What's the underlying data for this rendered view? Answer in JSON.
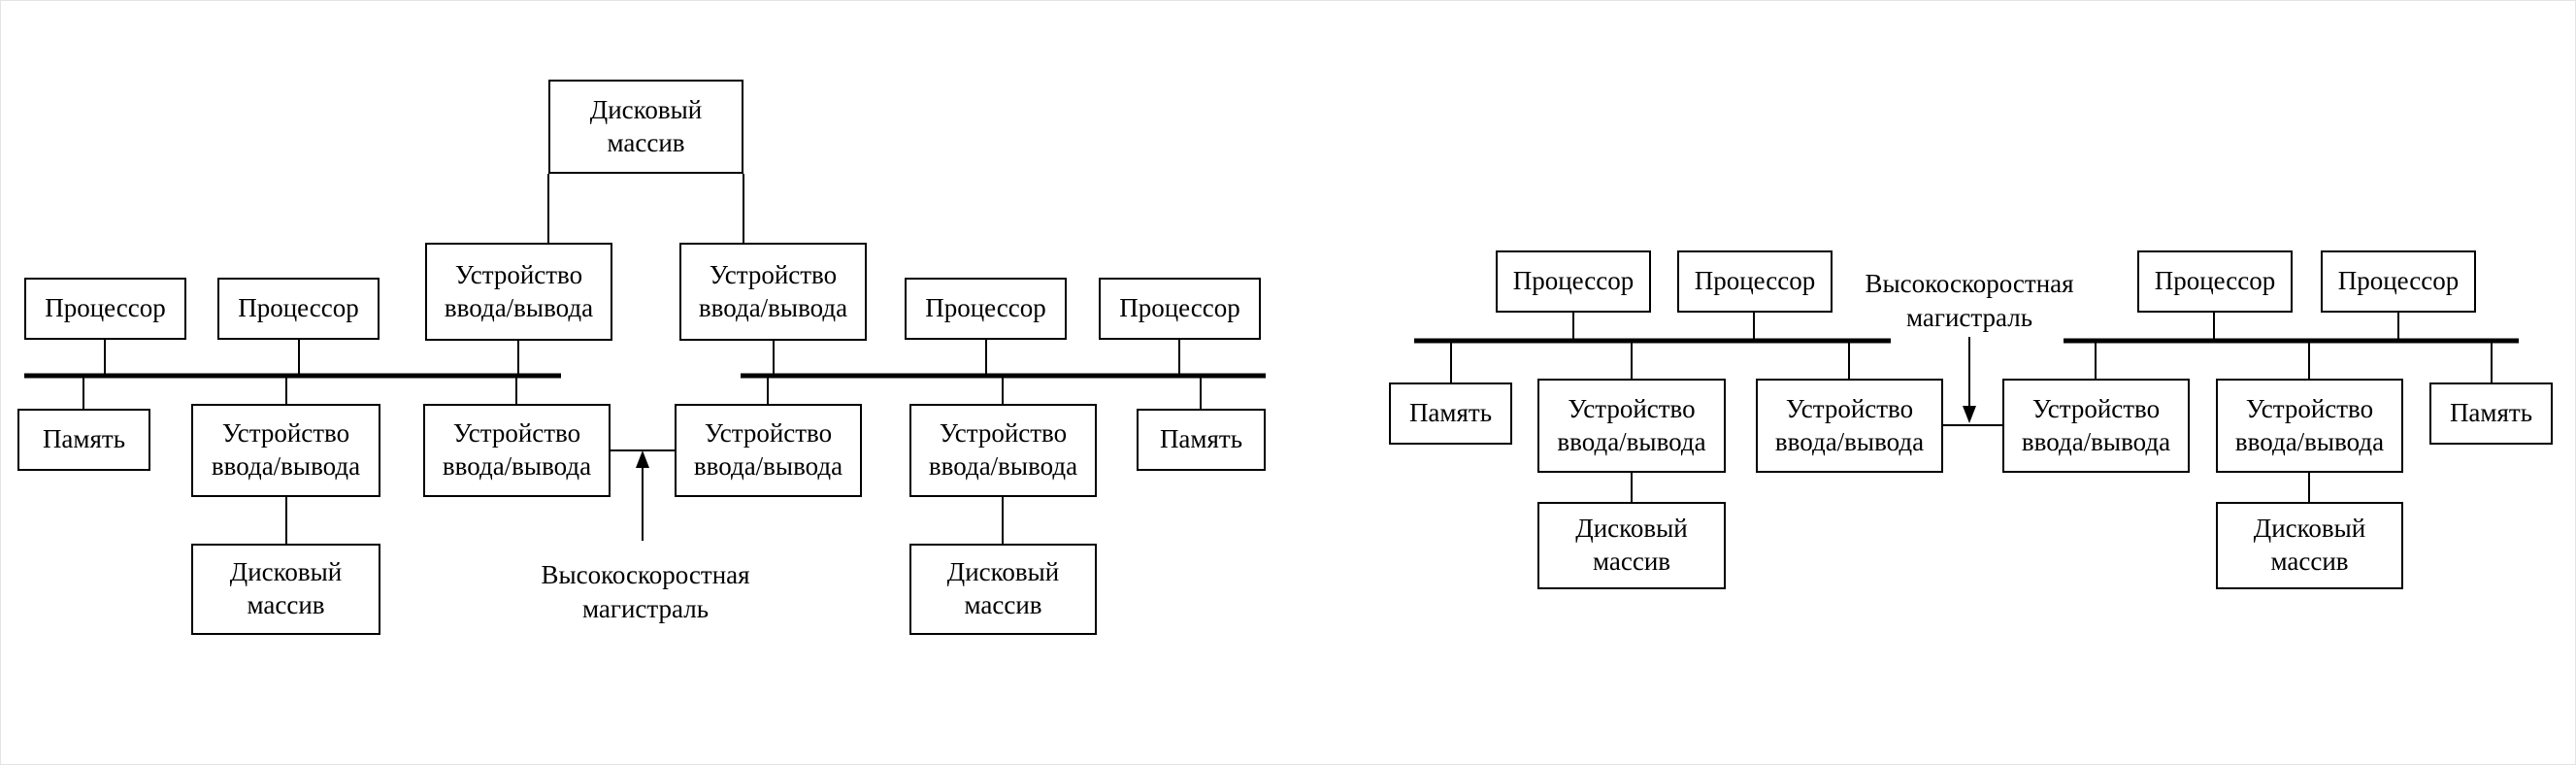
{
  "labels": {
    "processor": "Процессор",
    "memory": "Память",
    "io_device": "Устройство\nввода/вывода",
    "disk_array": "Дисковый\nмассив",
    "highspeed_bus": "Высокоскоростная\nмагистраль"
  },
  "colors": {
    "background": "#ffffff",
    "line": "#000000",
    "box_border": "#000000",
    "text": "#000000"
  }
}
